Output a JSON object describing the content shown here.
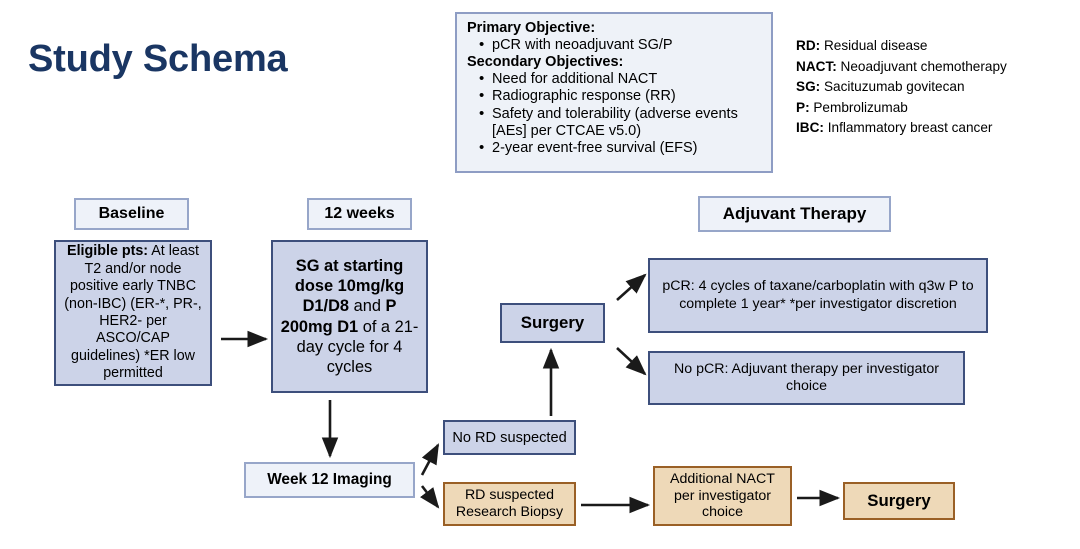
{
  "title": "Study Schema",
  "colors": {
    "title_navy": "#1a3663",
    "box_blue_fill": "#ccd3e8",
    "box_blue_border": "#3d4f7c",
    "header_fill": "#eef2f9",
    "header_border": "#97a6c9",
    "tan_fill": "#eed9b8",
    "tan_border": "#9a6026",
    "arrow": "#1a1a1a"
  },
  "objectives": {
    "primary_heading": "Primary Objective:",
    "primary_items": [
      "pCR with neoadjuvant SG/P"
    ],
    "secondary_heading": "Secondary Objectives:",
    "secondary_items": [
      "Need for additional NACT",
      "Radiographic response (RR)",
      "Safety and tolerability (adverse events [AEs] per CTCAE v5.0)",
      "2-year event-free survival (EFS)"
    ]
  },
  "abbreviations": [
    {
      "abbr": "RD:",
      "definition": " Residual disease"
    },
    {
      "abbr": "NACT:",
      "definition": " Neoadjuvant chemotherapy"
    },
    {
      "abbr": "SG:",
      "definition": " Sacituzumab govitecan"
    },
    {
      "abbr": "P:",
      "definition": " Pembrolizumab"
    },
    {
      "abbr": "IBC:",
      "definition": " Inflammatory breast cancer"
    }
  ],
  "headers": {
    "baseline": "Baseline",
    "twelve_weeks": "12 weeks",
    "adjuvant_therapy": "Adjuvant Therapy"
  },
  "boxes": {
    "eligible": {
      "label_bold": "Eligible pts:",
      "text": " At least T2 and/or node positive early TNBC (non-IBC) (ER-*, PR-, HER2- per ASCO/CAP guidelines) *ER low permitted"
    },
    "treatment": {
      "seg1_bold": "SG at starting dose 10mg/kg D1/D8",
      "seg2": " and ",
      "seg3_bold": "P 200mg D1",
      "seg4": " of a 21-day cycle for 4 cycles"
    },
    "surgery_mid": "Surgery",
    "pcr": "pCR: 4 cycles of taxane/carboplatin with q3w P to complete 1 year* *per investigator discretion",
    "no_pcr": "No pCR: Adjuvant therapy per investigator choice",
    "week12_imaging": "Week 12 Imaging",
    "no_rd_suspected": "No RD suspected",
    "rd_suspected": "RD suspected Research Biopsy",
    "additional_nact": "Additional NACT per investigator choice",
    "surgery_end": "Surgery"
  }
}
